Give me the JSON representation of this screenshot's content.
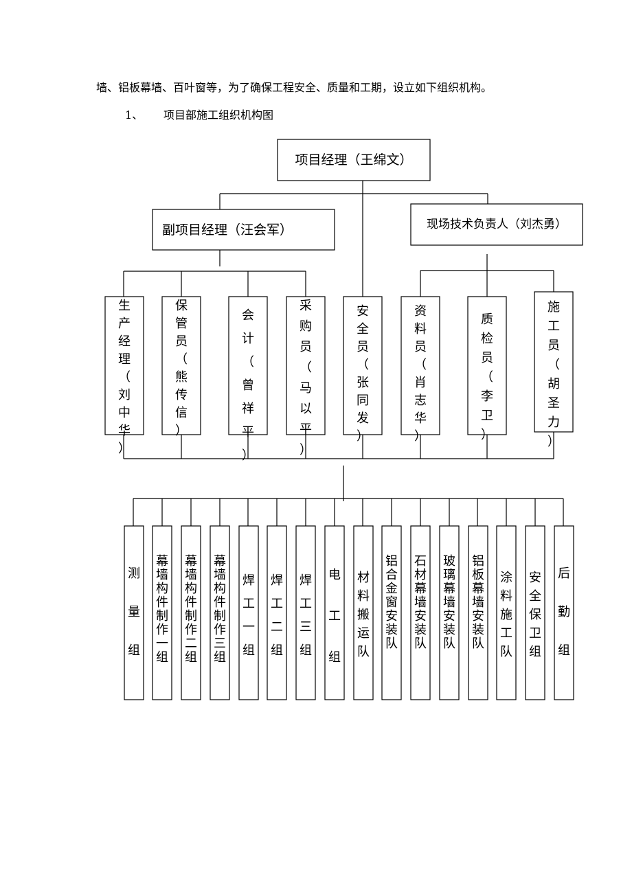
{
  "document": {
    "intro_text": "墙、铝板幕墙、百叶窗等，为了确保工程安全、质量和工期，设立如下组织机构。",
    "section_number": "1、",
    "section_title": "项目部施工组织机构图"
  },
  "org_chart": {
    "top": "项目经理（王绵文）",
    "deputy": "副项目经理（汪会军）",
    "tech_lead": "现场技术负责人（刘杰勇）",
    "staff": [
      "生产经理（刘中华）",
      "保管员（熊传信）",
      "会计（曾祥平）",
      "采购员（马以平）",
      "安全员（张同发）",
      "资料员（肖志华）",
      "质检员（李卫）",
      "施工员（胡圣力）"
    ],
    "teams": [
      "测量组",
      "幕墙构件制作一组",
      "幕墙构件制作二组",
      "幕墙构件制作三组",
      "焊工一组",
      "焊工二组",
      "焊工三组",
      "电工组",
      "材料搬运队",
      "铝合金窗安装队",
      "石材幕墙安装队",
      "玻璃幕墙安装队",
      "铝板幕墙安装队",
      "涂料施工队",
      "安全保卫组",
      "后勤组"
    ]
  }
}
